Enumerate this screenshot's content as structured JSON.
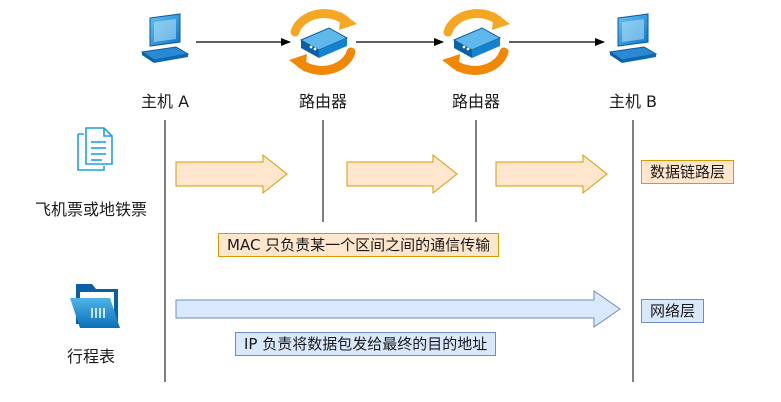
{
  "nodes": {
    "host_a": "主机 A",
    "router_1": "路由器",
    "router_2": "路由器",
    "host_b": "主机 B"
  },
  "left_labels": {
    "ticket": "飞机票或地铁票",
    "itinerary": "行程表"
  },
  "layers": {
    "data_link": "数据链路层",
    "network": "网络层"
  },
  "notes": {
    "mac": "MAC 只负责某一个区间之间的通信传输",
    "ip": "IP 负责将数据包发给最终的目的地址"
  },
  "colors": {
    "orange_fill": "#ffe6cc",
    "orange_stroke": "#d79b00",
    "blue_fill": "#dae8fc",
    "blue_stroke": "#6c8ebf",
    "icon_blue": "#1ba1e2",
    "icon_orange": "#f08705"
  },
  "icons": [
    "computer-icon",
    "router-icon",
    "document-icon",
    "folder-icon"
  ]
}
